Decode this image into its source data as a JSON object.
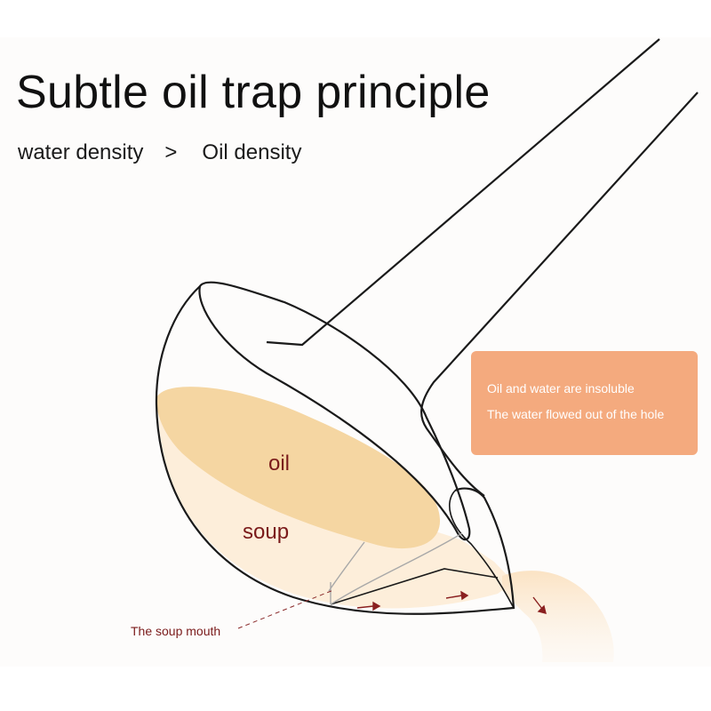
{
  "title": "Subtle oil trap principle",
  "subtitle": {
    "left": "water density",
    "operator": ">",
    "right": "Oil density"
  },
  "labels": {
    "oil": "oil",
    "soup": "soup",
    "mouth": "The soup mouth"
  },
  "note": {
    "line1": "Oil and water are insoluble",
    "line2": "The water flowed out of the hole"
  },
  "colors": {
    "oil": "#f5d6a2",
    "soup": "#fdeeda",
    "note_box": "#f4aa7e",
    "label_text": "#7a1a1a",
    "outline": "#1a1a1a"
  }
}
